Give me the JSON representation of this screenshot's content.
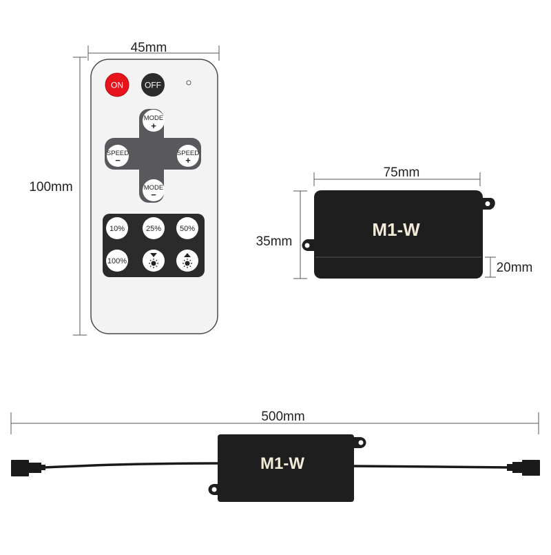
{
  "dimensions": {
    "remote_width": "45mm",
    "remote_height": "100mm",
    "box_length": "75mm",
    "box_width": "35mm",
    "box_height": "20mm",
    "cable_length": "500mm"
  },
  "remote": {
    "on_label": "ON",
    "off_label": "OFF",
    "mode_label": "MODE",
    "speed_label": "SPEED",
    "plus": "+",
    "minus": "−",
    "presets": [
      "10%",
      "25%",
      "50%",
      "100%"
    ]
  },
  "controller": {
    "model": "M1-W"
  },
  "colors": {
    "on_button": "#e8141b",
    "off_button": "#2b2b2b",
    "controller_body": "#1e1e1e",
    "label": "#f2ead8",
    "dpad": "#58585d"
  }
}
